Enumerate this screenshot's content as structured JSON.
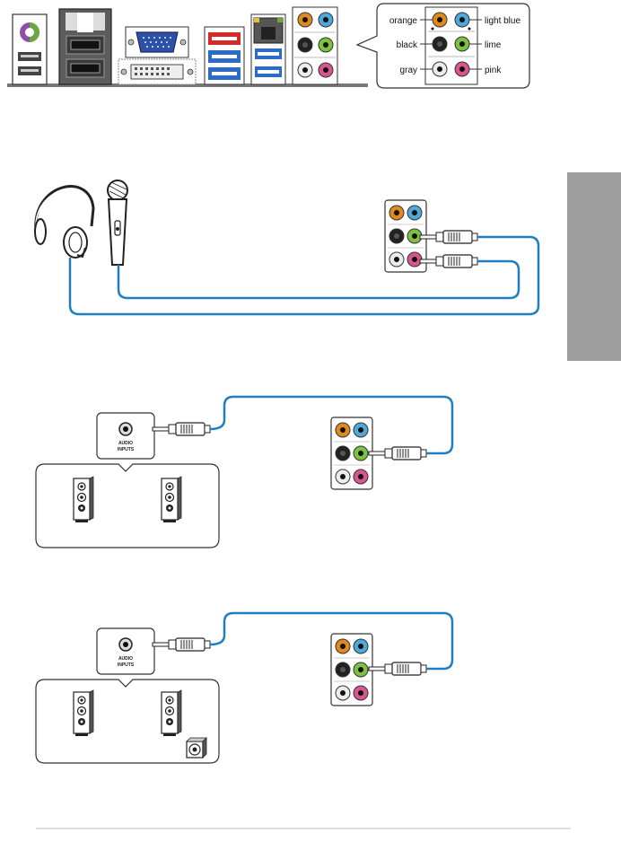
{
  "legend": {
    "orange": "orange",
    "light_blue": "light blue",
    "black": "black",
    "lime": "lime",
    "gray": "gray",
    "pink": "pink"
  },
  "speaker_panel": {
    "label_line1": "AUDIO",
    "label_line2": "INPUTS"
  },
  "colors": {
    "orange": "#e08a1e",
    "light_blue": "#4fa8d8",
    "black": "#222222",
    "lime": "#7cc142",
    "gray": "#ececec",
    "pink": "#d9558f",
    "cable": "#1f7fc2",
    "side_tab": "#9d9d9d"
  }
}
